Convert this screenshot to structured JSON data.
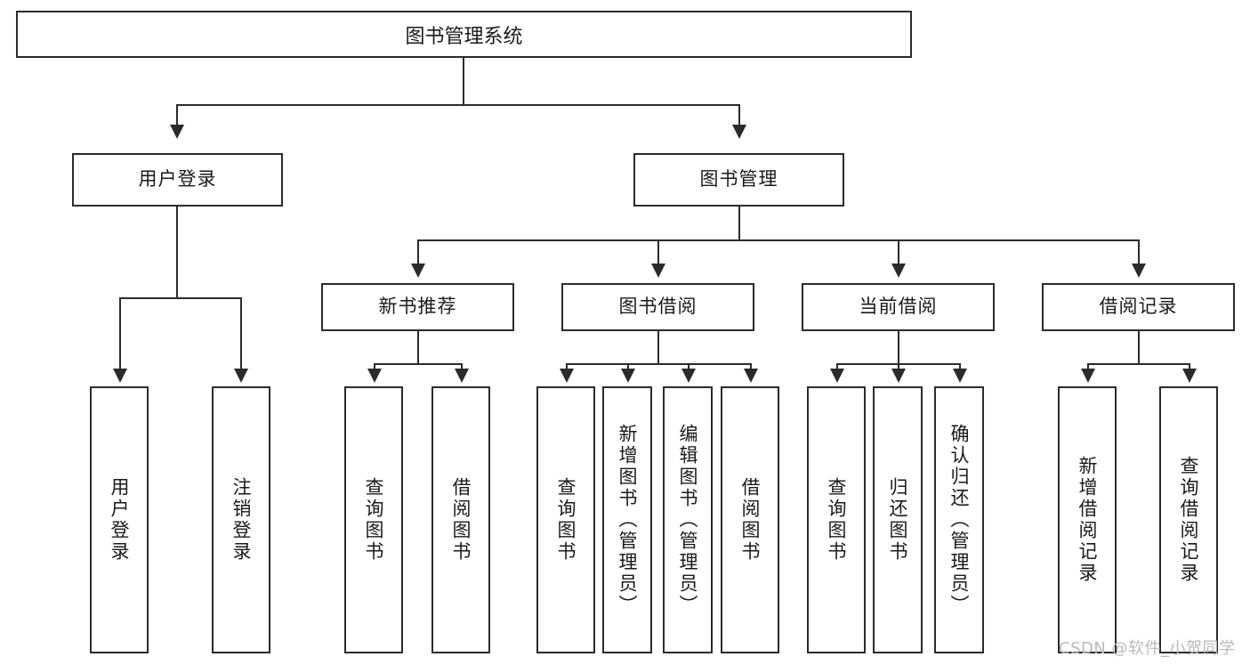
{
  "diagram": {
    "type": "tree",
    "title": "图书管理系统",
    "root": {
      "id": "root",
      "label": "图书管理系统"
    },
    "level1": [
      {
        "id": "user-login",
        "label": "用户登录"
      },
      {
        "id": "book-manage",
        "label": "图书管理"
      }
    ],
    "level2": [
      {
        "id": "new-book-rec",
        "label": "新书推荐",
        "parent": "book-manage"
      },
      {
        "id": "book-borrow",
        "label": "图书借阅",
        "parent": "book-manage"
      },
      {
        "id": "current-borrow",
        "label": "当前借阅",
        "parent": "book-manage"
      },
      {
        "id": "borrow-record",
        "label": "借阅记录",
        "parent": "book-manage"
      }
    ],
    "leaves": {
      "user_login": [
        {
          "id": "leaf-user-login",
          "label": "用户登录"
        },
        {
          "id": "leaf-user-logout",
          "label": "注销登录"
        }
      ],
      "new_book_rec": [
        {
          "id": "leaf-query-book-1",
          "label": "查询图书"
        },
        {
          "id": "leaf-borrow-book-1",
          "label": "借阅图书"
        }
      ],
      "book_borrow": [
        {
          "id": "leaf-query-book-2",
          "label": "查询图书"
        },
        {
          "id": "leaf-add-book",
          "label": "新增图书（管理员）"
        },
        {
          "id": "leaf-edit-book",
          "label": "编辑图书（管理员）"
        },
        {
          "id": "leaf-borrow-book-2",
          "label": "借阅图书"
        }
      ],
      "current_borrow": [
        {
          "id": "leaf-query-book-3",
          "label": "查询图书"
        },
        {
          "id": "leaf-return-book",
          "label": "归还图书"
        },
        {
          "id": "leaf-confirm-return",
          "label": "确认归还（管理员）"
        }
      ],
      "borrow_record": [
        {
          "id": "leaf-add-record",
          "label": "新增借阅记录"
        },
        {
          "id": "leaf-query-record",
          "label": "查询借阅记录"
        }
      ]
    },
    "watermark": "CSDN @软件_小贺同学",
    "colors": {
      "stroke": "#2b2b2b",
      "fill": "#ffffff",
      "text": "#1a1a1a",
      "watermark": "#b9b9b9"
    }
  }
}
